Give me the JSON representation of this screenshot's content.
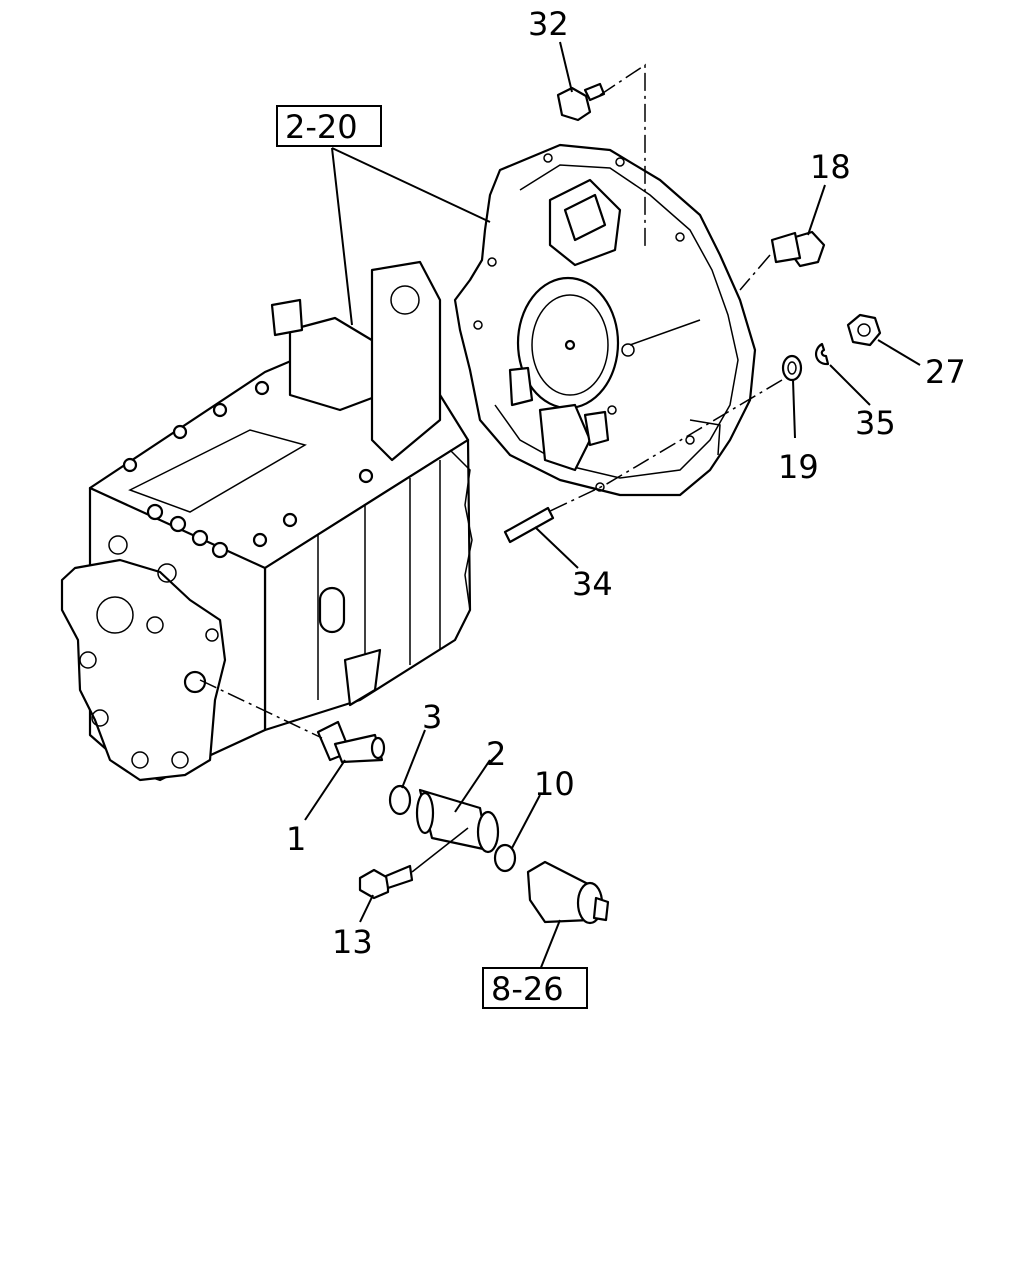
{
  "callouts": {
    "c1": "1",
    "c2": "2",
    "c3": "3",
    "c10": "10",
    "c13": "13",
    "c18": "18",
    "c19": "19",
    "c27": "27",
    "c32": "32",
    "c34": "34",
    "c35": "35"
  },
  "references": {
    "r1": "2-20",
    "r2": "8-26"
  }
}
